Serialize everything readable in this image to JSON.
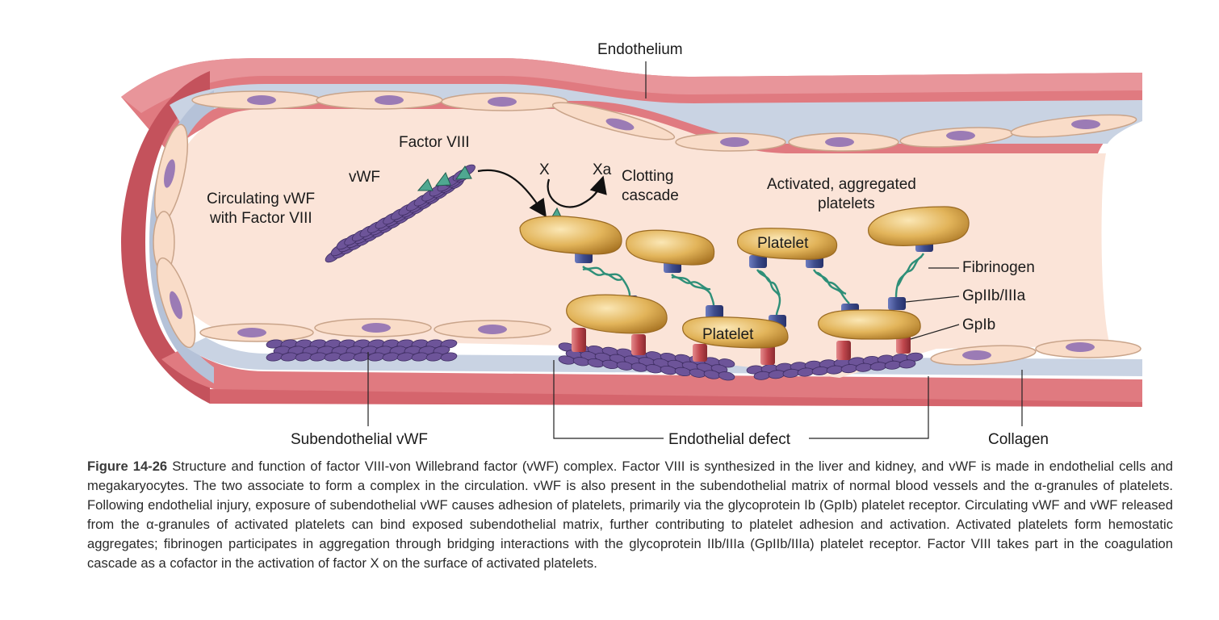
{
  "labels": {
    "endothelium": "Endothelium",
    "factor_viii": "Factor VIII",
    "vwf": "vWF",
    "circulating_line1": "Circulating vWF",
    "circulating_line2": "with Factor VIII",
    "x": "X",
    "xa": "Xa",
    "clotting_line1": "Clotting",
    "clotting_line2": "cascade",
    "activated_line1": "Activated, aggregated",
    "activated_line2": "platelets",
    "platelet_upper": "Platelet",
    "platelet_lower": "Platelet",
    "fibrinogen": "Fibrinogen",
    "gpiib_iiia": "GpIIb/IIIa",
    "gpib": "GpIb",
    "subendothelial_vwf": "Subendothelial vWF",
    "endothelial_defect": "Endothelial defect",
    "collagen": "Collagen"
  },
  "caption": {
    "figure_number": "Figure 14-26",
    "text": "Structure and function of factor VIII-von Willebrand factor (vWF) complex. Factor VIII is synthesized in the liver and kidney, and vWF is made in endothelial cells and megakaryocytes. The two associate to form a complex in the circulation. vWF is also present in the subendothelial matrix of normal blood vessels and the α-granules of platelets. Following endothelial injury, exposure of subendothelial vWF causes adhesion of platelets, primarily via the glycoprotein Ib (GpIb) platelet receptor. Circulating vWF and vWF released from the α-granules of activated platelets can bind exposed subendothelial matrix, further contributing to platelet adhesion and activation. Activated platelets form hemostatic aggregates; fibrinogen participates in aggregation through bridging interactions with the glycoprotein IIb/IIIa (GpIIb/IIIa) platelet receptor. Factor VIII takes part in the coagulation cascade as a cofactor in the activation of factor X on the surface of activated platelets."
  },
  "colors": {
    "outer_wall": "#e07a80",
    "outer_wall_dark": "#c4525c",
    "basement": "#c9d3e3",
    "lumen": "#fbe4d8",
    "endothelial_cell": "#f9dcc8",
    "nucleus": "#9b7bb5",
    "vwf_multimer": "#6d5499",
    "platelet": "#d9a94a",
    "gpiib_iiia": "#4a5a9a",
    "gpib": "#c0474d",
    "fibrinogen": "#2e8f78",
    "factor_viii": "#4fa891"
  }
}
